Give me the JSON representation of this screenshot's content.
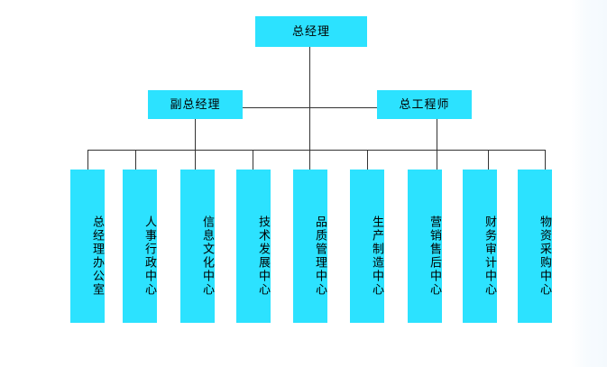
{
  "chart": {
    "title_box": {
      "label": "总经理"
    },
    "level2": [
      {
        "label": "副总经理"
      },
      {
        "label": "总工程师"
      }
    ],
    "departments": [
      {
        "label": "总经理办公室"
      },
      {
        "label": "人事行政中心"
      },
      {
        "label": "信息文化中心"
      },
      {
        "label": "技术发展中心"
      },
      {
        "label": "品质管理中心"
      },
      {
        "label": "生产制造中心"
      },
      {
        "label": "营销售后中心"
      },
      {
        "label": "财务审计中心"
      },
      {
        "label": "物资采购中心"
      }
    ],
    "colors": {
      "box_fill": "#2ce2ff",
      "text": "#000000",
      "connector": "#333333",
      "background": "#ffffff"
    }
  }
}
